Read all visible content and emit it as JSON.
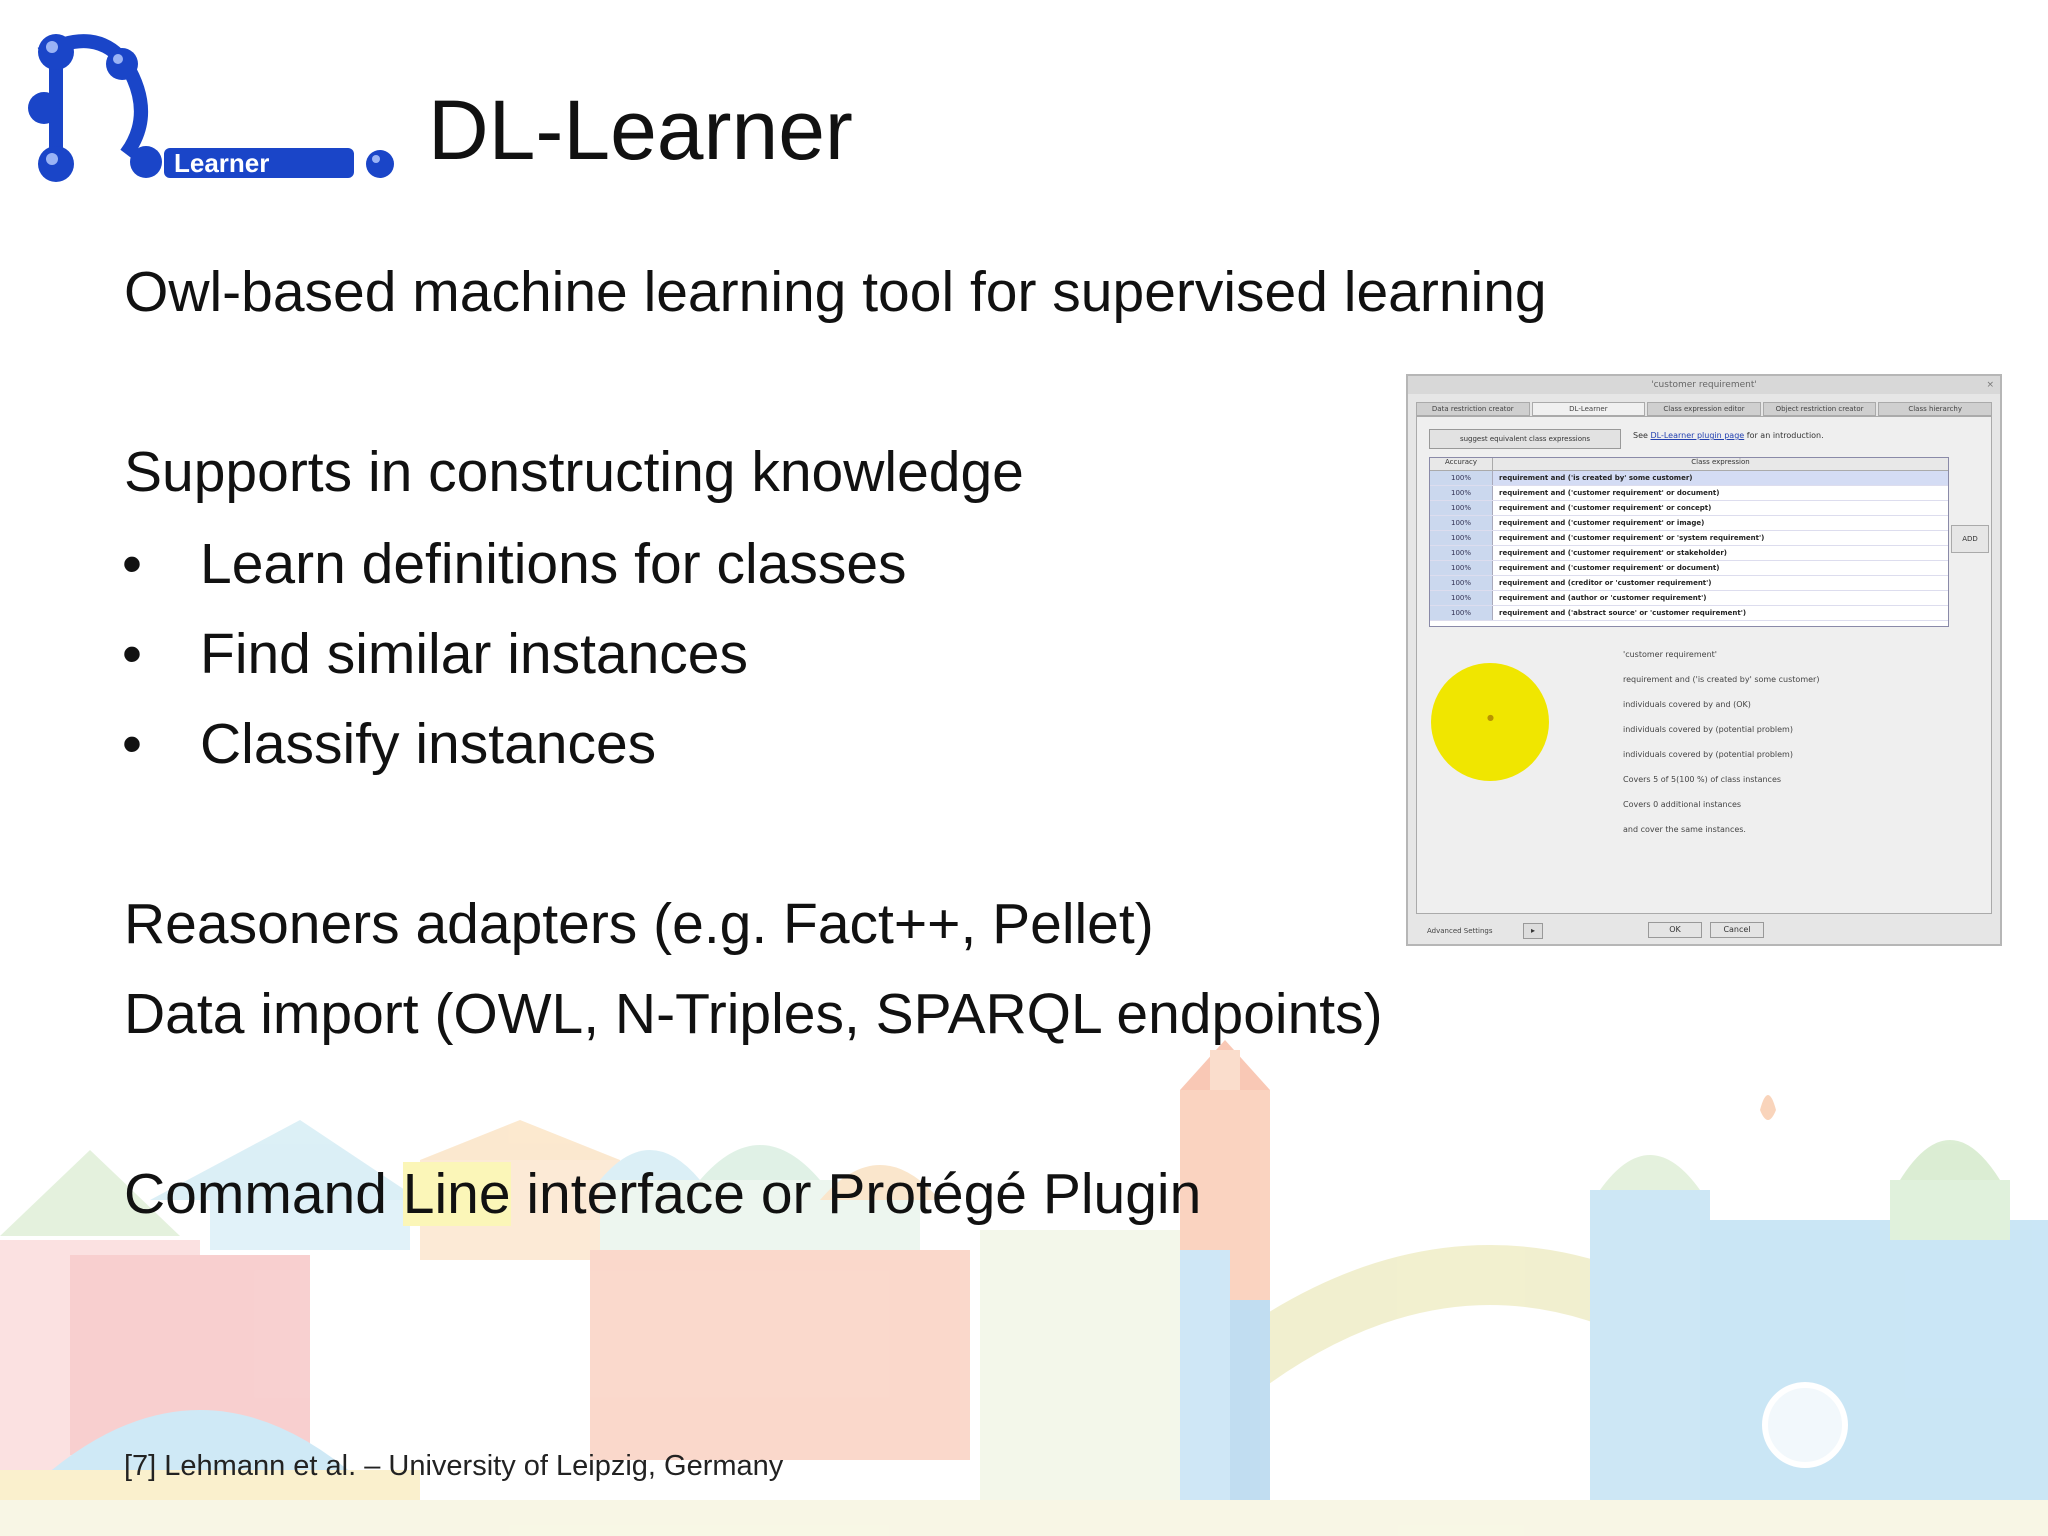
{
  "slide": {
    "title": "DL-Learner",
    "logo_text": "Learner",
    "line1": "Owl-based machine learning tool for supervised learning",
    "line2": "Supports in constructing knowledge",
    "bullets": [
      "Learn definitions for classes",
      "Find similar instances",
      "Classify instances"
    ],
    "bullet_glyph": "•",
    "line3": "Reasoners adapters (e.g. Fact++, Pellet)",
    "line4": "Data import (OWL, N-Triples, SPARQL endpoints)",
    "line5_a": "Command ",
    "line5_b": "Line",
    "line5_c": " interface or Protégé Plugin",
    "footer": "[7] Lehmann et al. – University of Leipzig, Germany"
  },
  "screenshot": {
    "window_title": "'customer requirement'",
    "tabs": [
      "Data restriction creator",
      "DL-Learner",
      "Class expression editor",
      "Object restriction creator",
      "Class hierarchy"
    ],
    "suggest_button": "suggest equivalent class expressions",
    "see_prefix": "See ",
    "see_link": "DL-Learner plugin page",
    "see_suffix": " for an introduction.",
    "table_headers": [
      "Accuracy",
      "Class expression"
    ],
    "rows": [
      {
        "acc": "100%",
        "expr": "requirement and ('is created by' some customer)"
      },
      {
        "acc": "100%",
        "expr": "requirement and ('customer requirement' or document)"
      },
      {
        "acc": "100%",
        "expr": "requirement and ('customer requirement' or concept)"
      },
      {
        "acc": "100%",
        "expr": "requirement and ('customer requirement' or image)"
      },
      {
        "acc": "100%",
        "expr": "requirement and ('customer requirement' or 'system requirement')"
      },
      {
        "acc": "100%",
        "expr": "requirement and ('customer requirement' or stakeholder)"
      },
      {
        "acc": "100%",
        "expr": "requirement and ('customer requirement' or document)"
      },
      {
        "acc": "100%",
        "expr": "requirement and (creditor or 'customer requirement')"
      },
      {
        "acc": "100%",
        "expr": "requirement and (author or 'customer requirement')"
      },
      {
        "acc": "100%",
        "expr": "requirement and ('abstract source' or 'customer requirement')"
      }
    ],
    "add_button": "ADD",
    "legend": [
      "'customer requirement'",
      "requirement and ('is created by' some customer)",
      "individuals covered by and (OK)",
      "individuals covered by (potential problem)",
      "individuals covered by (potential problem)",
      "Covers 5 of 5(100 %) of class instances",
      "Covers 0 additional instances",
      "and cover the same instances."
    ],
    "advanced": "Advanced Settings",
    "ok": "OK",
    "cancel": "Cancel"
  },
  "colors": {
    "accent_blue": "#1a45c8",
    "venn_yellow": "#f0e600"
  }
}
